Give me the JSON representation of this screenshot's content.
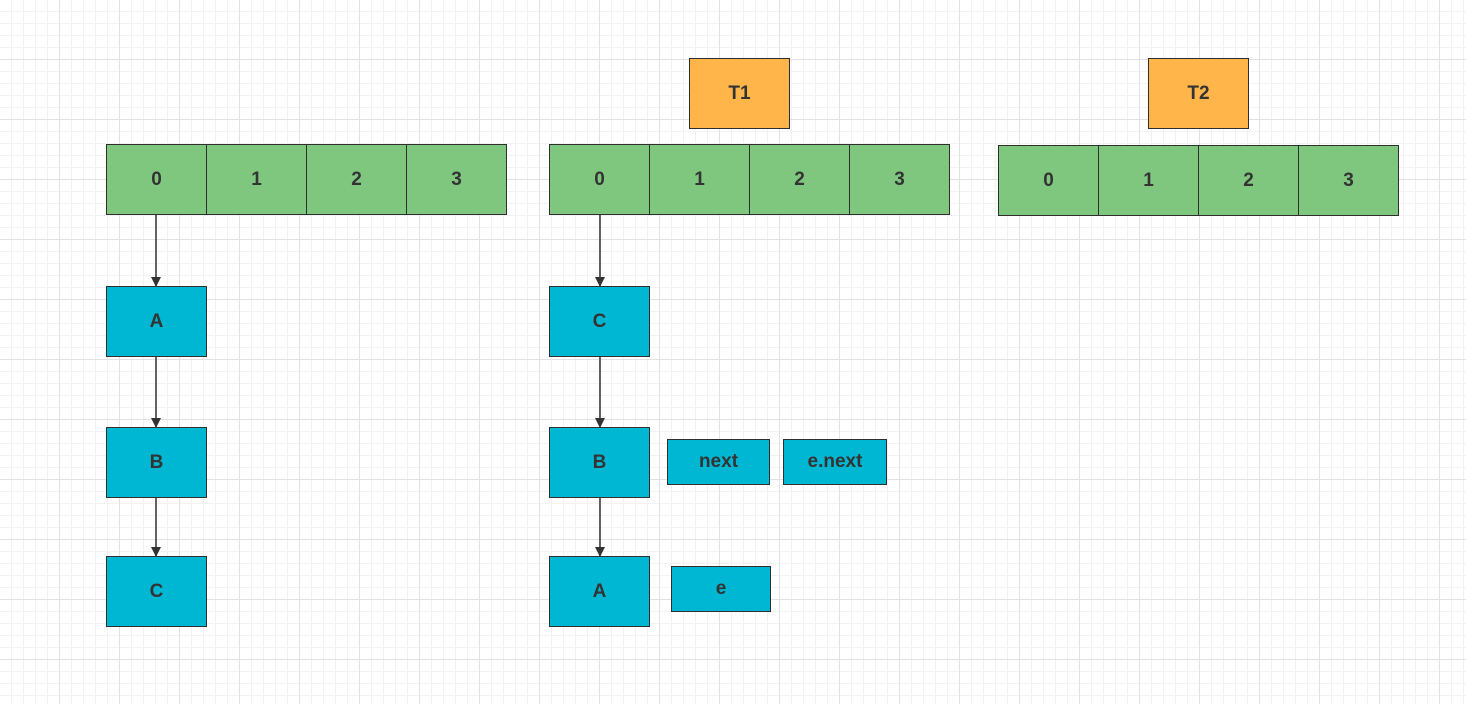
{
  "arrays": [
    {
      "name": "array-original",
      "cells": [
        "0",
        "1",
        "2",
        "3"
      ]
    },
    {
      "name": "array-t1",
      "cells": [
        "0",
        "1",
        "2",
        "3"
      ]
    },
    {
      "name": "array-t2",
      "cells": [
        "0",
        "1",
        "2",
        "3"
      ]
    }
  ],
  "threads": {
    "t1": "T1",
    "t2": "T2"
  },
  "original_chain": {
    "node1": "A",
    "node2": "B",
    "node3": "C"
  },
  "t1_chain": {
    "node1": "C",
    "node2": "B",
    "node3": "A"
  },
  "pointers": {
    "next": "next",
    "e_next": "e.next",
    "e": "e"
  }
}
